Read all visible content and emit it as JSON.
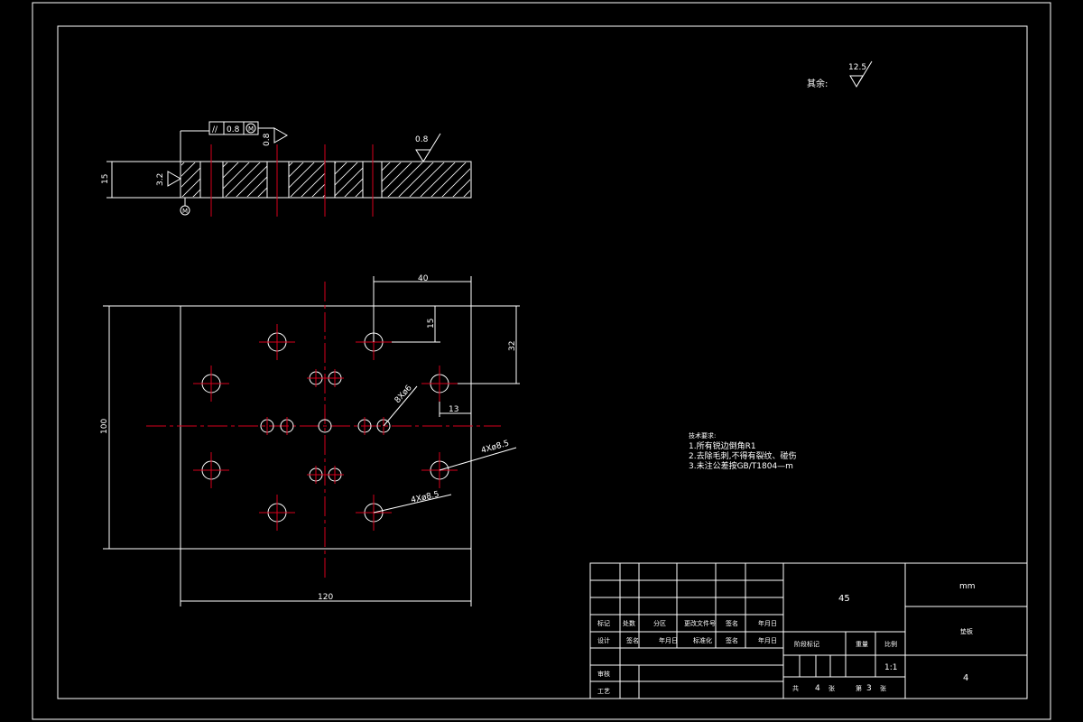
{
  "drawing": {
    "roughness_note": {
      "label": "其余:",
      "value": "12.5"
    },
    "section_view": {
      "thickness_dim": "15",
      "roughness_left": "3.2",
      "roughness_mid": "0.8",
      "roughness_top_right": "0.8",
      "tolerance_symbol": "//",
      "tolerance_value": "0.8",
      "tolerance_modifier": "M",
      "datum_modifier": "M"
    },
    "plan_view": {
      "dim_width": "120",
      "dim_height": "100",
      "dim_40": "40",
      "dim_15": "15",
      "dim_32": "32",
      "dim_13": "13",
      "callout_small": "8Xø6",
      "callout_big_a": "4Xø8.5",
      "callout_big_b": "4Xø8.5"
    },
    "tech_requirements": {
      "heading": "技术要求:",
      "items": [
        "1.所有锐边倒角R1",
        "2.去除毛刺,不得有裂纹、碰伤",
        "3.未注公差按GB/T1804—m"
      ]
    }
  },
  "title_block": {
    "material": "45",
    "units": "mm",
    "drawing_name": "垫板",
    "drawing_number": "4",
    "row_labels_left": [
      "标记",
      "处数",
      "分区",
      "更改文件号",
      "签名",
      "年月日"
    ],
    "row_labels_design": [
      "设计",
      "签名",
      "年月日",
      "标准化",
      "签名",
      "年月日"
    ],
    "stage_label": "阶段标记",
    "weight_label": "重量",
    "scale_label": "比例",
    "scale_value": "1:1",
    "audit_label": "审核",
    "process_label": "工艺",
    "total_sheets_label_a": "共",
    "total_sheets": "4",
    "total_sheets_label_b": "张",
    "sheet_label_a": "第",
    "sheet_number": "3",
    "sheet_label_b": "张"
  }
}
